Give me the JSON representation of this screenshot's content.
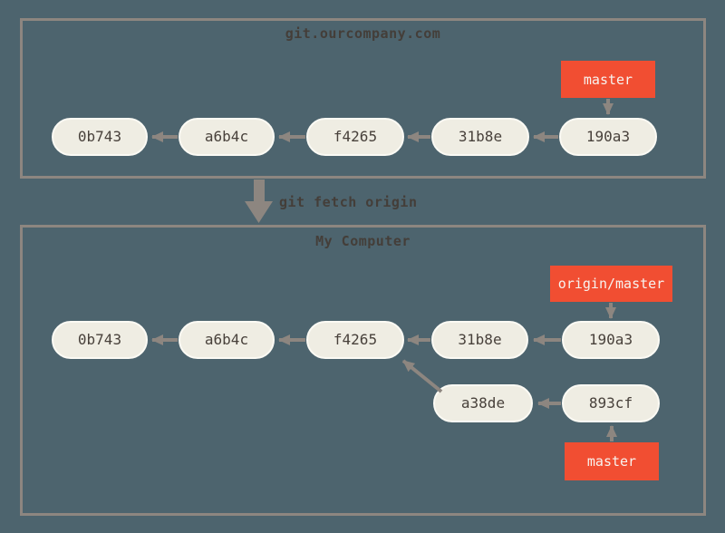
{
  "colors": {
    "background": "#4d646e",
    "box_border": "#8d8680",
    "arrow": "#8d8680",
    "commit_fill": "#efede3",
    "commit_text": "#48413b",
    "branch_fill": "#f14e32",
    "branch_text": "#f7f3ef",
    "title_text": "#443e39"
  },
  "remote_repo": {
    "title": "git.ourcompany.com",
    "branch": "master",
    "commits": [
      "0b743",
      "a6b4c",
      "f4265",
      "31b8e",
      "190a3"
    ]
  },
  "command": {
    "label": "git fetch origin",
    "arrow": "big-down-arrow"
  },
  "local_repo": {
    "title": "My Computer",
    "remote_tracking_branch": "origin/master",
    "branch": "master",
    "main_commits": [
      "0b743",
      "a6b4c",
      "f4265",
      "31b8e",
      "190a3"
    ],
    "local_commits": [
      "a38de",
      "893cf"
    ]
  }
}
